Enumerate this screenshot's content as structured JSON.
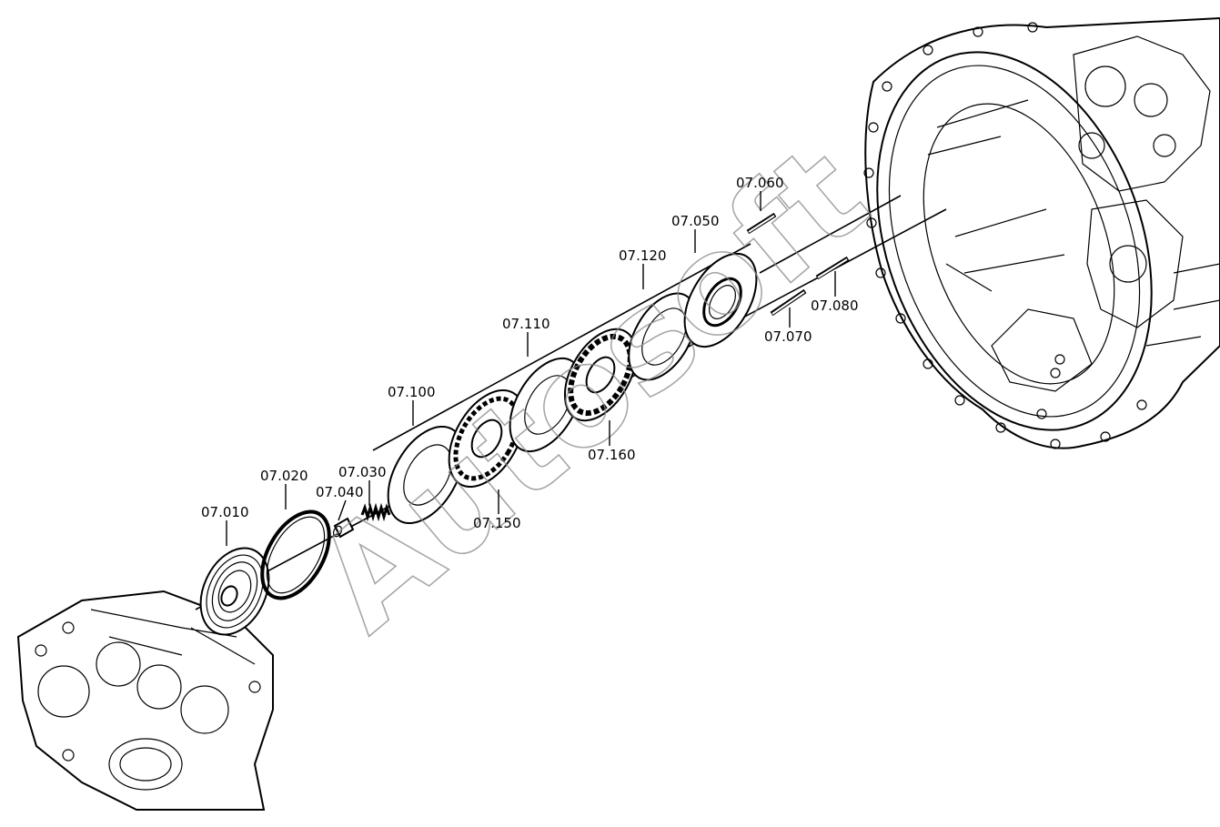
{
  "watermark": "Autosoft",
  "callouts": [
    {
      "id": "p07010",
      "label": "07.010"
    },
    {
      "id": "p07020",
      "label": "07.020"
    },
    {
      "id": "p07030",
      "label": "07.030"
    },
    {
      "id": "p07040",
      "label": "07.040"
    },
    {
      "id": "p07050",
      "label": "07.050"
    },
    {
      "id": "p07060",
      "label": "07.060"
    },
    {
      "id": "p07070",
      "label": "07.070"
    },
    {
      "id": "p07080",
      "label": "07.080"
    },
    {
      "id": "p07100",
      "label": "07.100"
    },
    {
      "id": "p07110",
      "label": "07.110"
    },
    {
      "id": "p07120",
      "label": "07.120"
    },
    {
      "id": "p07150",
      "label": "07.150"
    },
    {
      "id": "p07160",
      "label": "07.160"
    }
  ]
}
